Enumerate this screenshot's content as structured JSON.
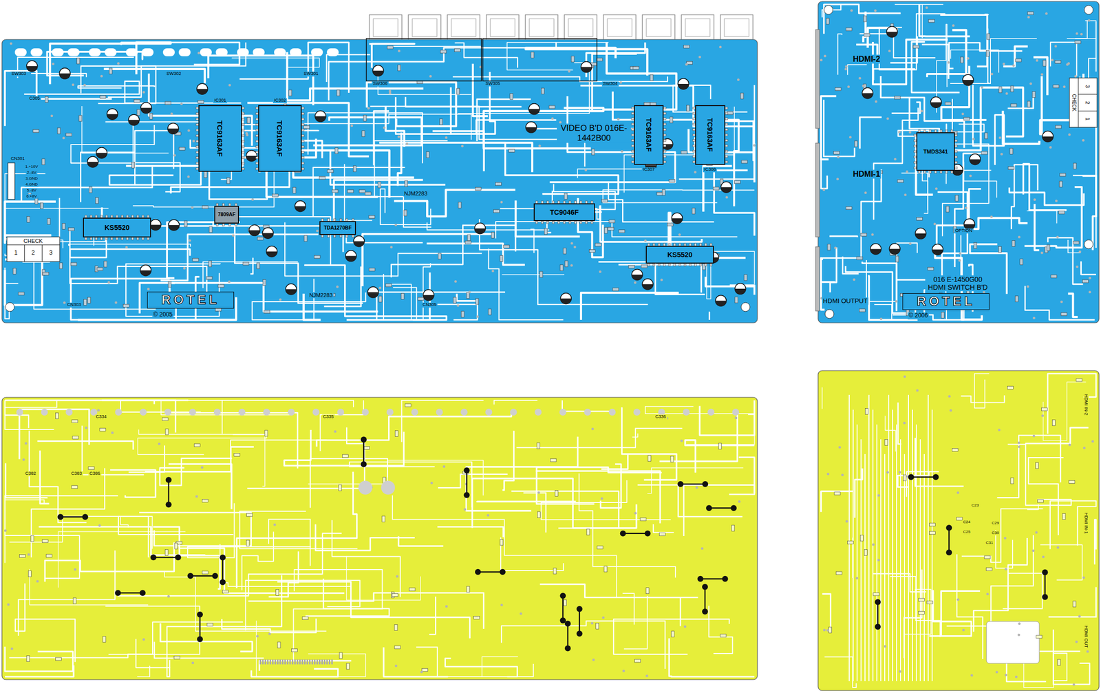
{
  "diagram": {
    "nodes": [
      {
        "text": [
          "VIDEO B'D 016E-1442B00",
          "ROTEL",
          "© 2005"
        ]
      },
      {
        "text": [
          "TC9163AF"
        ],
        "in": 0
      },
      {
        "text": [
          "TC9163AF"
        ],
        "in": 0
      },
      {
        "text": [
          "TC9163AF"
        ],
        "in": 0
      },
      {
        "text": [
          "TC9163AF"
        ],
        "in": 0
      },
      {
        "text": [
          "KS5520"
        ],
        "in": 0
      },
      {
        "text": [
          "7809AF"
        ],
        "in": 0
      },
      {
        "text": [
          "TDA1270BF"
        ],
        "in": 0
      },
      {
        "text": [
          "TC9046F"
        ],
        "in": 0
      },
      {
        "text": [
          "KS5520"
        ],
        "in": 0
      },
      {
        "text": [
          "HDMI-2",
          "HDMI-1",
          "016 E-1450G00 HDMI SWITCH B'D",
          "ROTEL",
          "© 2006",
          "HDMI OUTPUT"
        ]
      },
      {
        "text": [
          "TMDS341"
        ],
        "in": 10
      },
      {
        "text": [
          "HDMI IN-2",
          "HDMI IN-1",
          "HDMI OUT"
        ]
      }
    ],
    "labels": [
      "CHECK",
      "1",
      "2",
      "3",
      "SW303",
      "SW302",
      "SW301",
      "SW306",
      "SW305",
      "SW304",
      "CN301",
      "1.+10V",
      "2.-8V",
      "3.GND",
      "4.GND",
      "5.-8V",
      "6.+8V",
      "C305",
      "IC301",
      "IC302",
      "IC307",
      "IC308",
      "NJM2283",
      "NJM2283",
      "CN303",
      "CN305",
      "OPTION",
      "CHECK",
      "3",
      "2",
      "1",
      "C334",
      "C335",
      "C336",
      "C382",
      "C383",
      "C386",
      "C23",
      "C24",
      "C25",
      "C29",
      "C30",
      "C31"
    ]
  }
}
